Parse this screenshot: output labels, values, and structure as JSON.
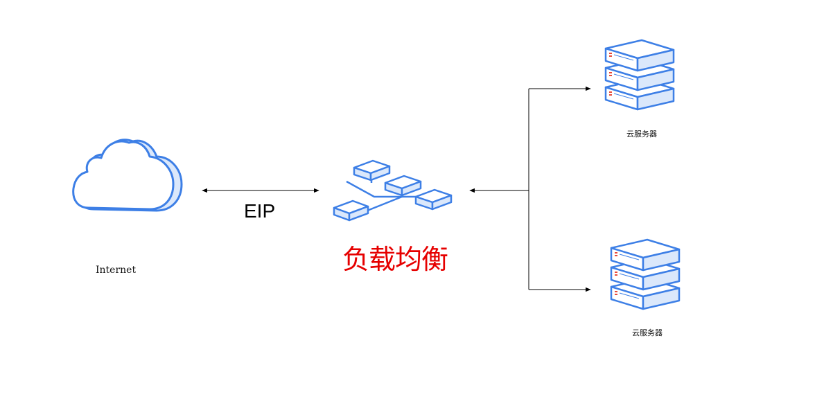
{
  "internet": {
    "label": "Internet"
  },
  "eip": {
    "label": "EIP"
  },
  "load_balancer": {
    "label": "负载均衡"
  },
  "servers": [
    {
      "label": "云服务器"
    },
    {
      "label": "云服务器"
    }
  ],
  "colors": {
    "icon_stroke": "#3d7fe6",
    "icon_fill": "#ffffff",
    "icon_shade": "#dbe8fb",
    "server_accent": "#e84a3a",
    "lb_label": "#e60000",
    "connector": "#000000"
  }
}
